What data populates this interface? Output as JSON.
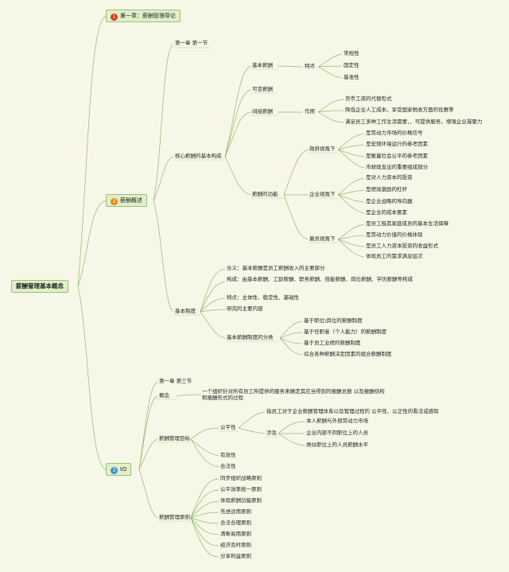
{
  "root": "薪酬管理基本概念",
  "colors": {
    "line": "#8fb86a",
    "node_fill": "#dff0c8",
    "node_border": "#9bbf78",
    "badge1": "#d9391f",
    "badge2": "#e9871e",
    "badge3": "#3b8fd6"
  },
  "branch1": {
    "num": "1",
    "label": "第一章：薪酬管理导论"
  },
  "branch2": {
    "num": "2",
    "label": "薪酬概述",
    "section": "第一章 第一节",
    "core": {
      "label": "核心薪酬的基本构成",
      "basic_pay": "基本薪酬",
      "traits_label": "特点",
      "traits": [
        "常规性",
        "固定性",
        "基准性"
      ],
      "variable_pay": "可变薪酬",
      "indirect_pay": "间接薪酬",
      "role_label": "作用",
      "roles": [
        "货币工资的代替形式",
        "降低企业人工成本，享受国家税收方面的优惠等",
        "满足员工多种工作生活需要，，可提供服务，增强企业凝聚力"
      ],
      "function_label": "薪酬的功能",
      "gov_label": "政府视角下",
      "gov": [
        "是劳动力市场的价格信号",
        "是宏观环境运行的参考因素",
        "是衡量社会公平的参考因素",
        "市财政支出的重要组成部分"
      ],
      "ent_label": "企业视角下",
      "ent": [
        "是对人力资本的投资",
        "是绩效激励的杠杆",
        "是企业战略的导向器",
        "是企业的成本要素"
      ],
      "emp_label": "雇员视角下",
      "emp": [
        "是员工极其家庭成员的基本生活保障",
        "是劳动力价值的价格体现",
        "是员工人力资本投资的收益形式",
        "体现员工的需求满足层次"
      ]
    },
    "system": {
      "label": "基本制度",
      "definition": "含义：基本薪酬是员工薪酬收入的主要部分",
      "composition": "构成：由基本薪酬、工龄薪酬、职务薪酬、技能薪酬、岗位薪酬、学历薪酬等构成",
      "features": "特点：主体性、稳定性、基础性",
      "research": "研究的主要内容",
      "class_label": "基本薪酬制度的分类",
      "classes": [
        "基于职位\\岗位的薪酬制度",
        "基于任职者（个人能力）的薪酬制度",
        "基于员工业绩的薪酬制度",
        "综合各种薪酬决定因素的组合薪酬制度"
      ]
    }
  },
  "branch3": {
    "num": "3",
    "label": "tO",
    "section": "第一章 第三节",
    "concept_label": "概念",
    "concept_text": "一个组织针对所有员工所提供的服务来确定其应当得到的报酬总额 以及报酬结构和报酬形式的过程",
    "goals": {
      "label": "薪酬管理目标",
      "fairness": "公平性",
      "fairness_def": "指员工对于企业薪酬管理体系以及管理过程的 公平性、公正性的看法或感知",
      "involves_label": "涉及",
      "involves": [
        "本人薪酬与外部劳动力市场",
        "企业内部不同职位上的人员",
        "类似职位上的人员薪酬水平"
      ],
      "validity": "有效性",
      "legality": "合法性"
    },
    "principles_label": "薪酬管理原则",
    "principles": [
      "同步组织战略原则",
      "公平效率统一原则",
      "体现薪酬功能原则",
      "先进适用原则",
      "合法合理原则",
      "清晰易用原则",
      "经济及时原则",
      "分享利益原则"
    ]
  }
}
